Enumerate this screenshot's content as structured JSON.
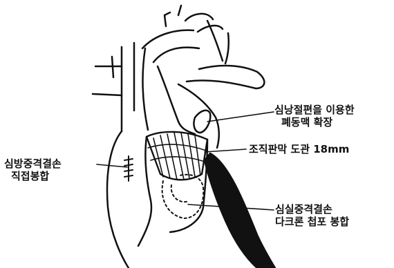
{
  "labels": {
    "pericardial_patch_line1": "심낭절편을 이용한",
    "pericardial_patch_line2": "폐동맥 확장",
    "valved_conduit": "조직판막 도관 18mm",
    "asd_line1": "심방중격결손",
    "asd_line2": "직접봉합",
    "vsd_line1": "심실중격결손",
    "vsd_line2": "다크론 첩포 봉합"
  },
  "colors": {
    "ink": "#111111",
    "paper": "#ffffff"
  }
}
